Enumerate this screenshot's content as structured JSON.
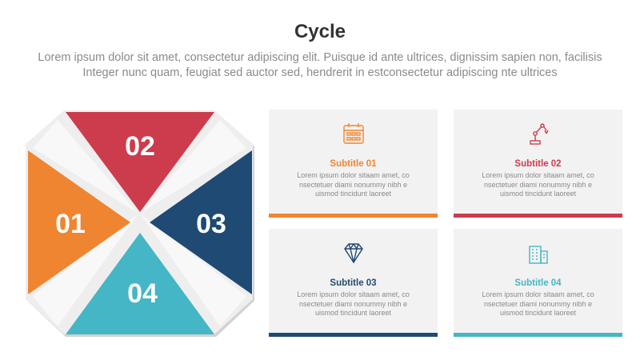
{
  "header": {
    "title": "Cycle",
    "description_line1": "Lorem ipsum dolor sit amet, consectetur adipiscing elit. Puisque id ante ultrices, dignissim sapien non, facilisis",
    "description_line2": "Integer nunc quam, feugiat sed auctor sed, hendrerit in estconsectetur adipiscing nte ultrices"
  },
  "diagram": {
    "segments": [
      {
        "label": "02",
        "color": "#cd3c4c"
      },
      {
        "label": "01",
        "color": "#ef8530"
      },
      {
        "label": "03",
        "color": "#1f4a73"
      },
      {
        "label": "04",
        "color": "#45b6c5"
      }
    ]
  },
  "cards": [
    {
      "title": "Subtitle 01",
      "icon": "calendar-icon",
      "color": "#ef8530",
      "body1": "Lorem ipsum dolor sitaam amet, co",
      "body2": "nsectetuer diami nonummy  nibh e",
      "body3": "uismod tincidunt laoreet"
    },
    {
      "title": "Subtitle 02",
      "icon": "robot-arm-icon",
      "color": "#cd3c4c",
      "body1": "Lorem ipsum dolor sitaam amet, co",
      "body2": "nsectetuer diami nonummy  nibh e",
      "body3": "uismod tincidunt laoreet"
    },
    {
      "title": "Subtitle 03",
      "icon": "diamond-icon",
      "color": "#1f4a73",
      "body1": "Lorem ipsum dolor sitaam amet, co",
      "body2": "nsectetuer diami nonummy  nibh e",
      "body3": "uismod tincidunt laoreet"
    },
    {
      "title": "Subtitle 04",
      "icon": "buildings-icon",
      "color": "#45b6c5",
      "body1": "Lorem ipsum dolor sitaam amet, co",
      "body2": "nsectetuer diami nonummy  nibh e",
      "body3": "uismod tincidunt laoreet"
    }
  ]
}
